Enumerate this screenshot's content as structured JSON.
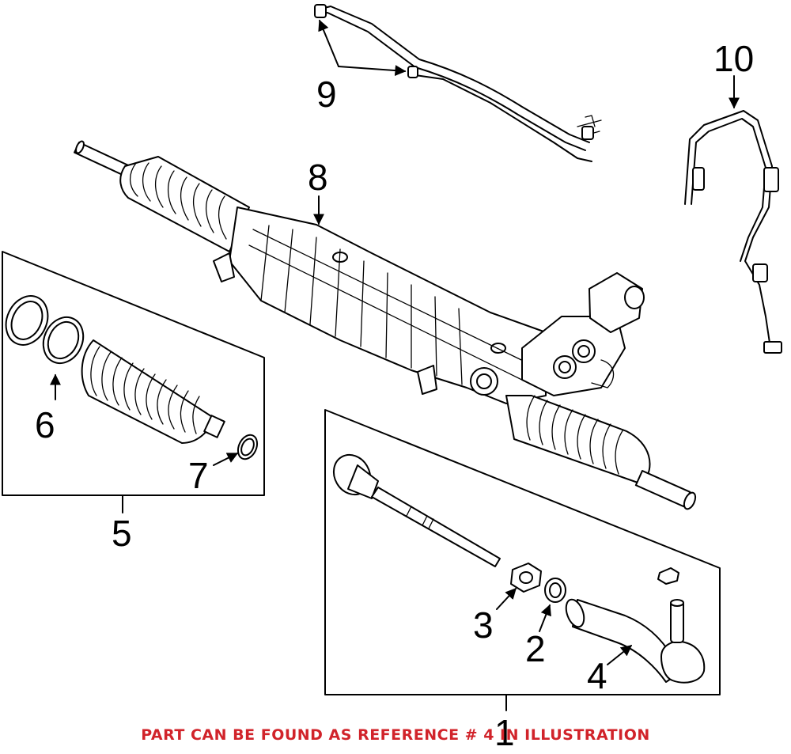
{
  "callouts": {
    "c1": "1",
    "c2": "2",
    "c3": "3",
    "c4": "4",
    "c5": "5",
    "c6": "6",
    "c7": "7",
    "c8": "8",
    "c9": "9",
    "c10": "10"
  },
  "caption": "PART CAN BE FOUND AS REFERENCE # 4 IN ILLUSTRATION",
  "colors": {
    "caption": "#d1232a",
    "lines": "#000000",
    "background": "#ffffff"
  }
}
